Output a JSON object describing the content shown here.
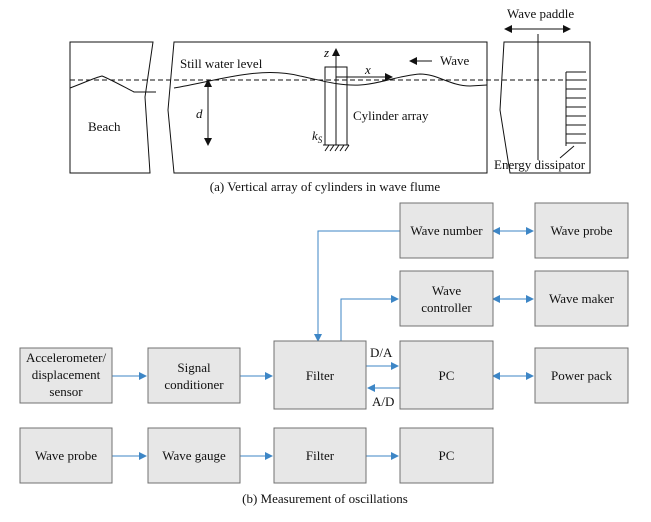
{
  "flume": {
    "beach": "Beach",
    "still_water_level": "Still water level",
    "wave": "Wave",
    "wave_paddle": "Wave paddle",
    "axis_z": "z",
    "axis_x": "x",
    "depth": "d",
    "spring_k": "k",
    "spring_sub": "S",
    "cylinder_array": "Cylinder array",
    "energy_dissipator": "Energy dissipator",
    "caption": "(a) Vertical array of cylinders in wave flume"
  },
  "blocks": {
    "wave_number": "Wave number",
    "wave_probe_top": "Wave probe",
    "wave_controller_1": "Wave",
    "wave_controller_2": "controller",
    "wave_maker": "Wave maker",
    "accel_1": "Accelerometer/",
    "accel_2": "displacement",
    "accel_3": "sensor",
    "signal_1": "Signal",
    "signal_2": "conditioner",
    "filter_main": "Filter",
    "pc_main": "PC",
    "power_pack": "Power pack",
    "da": "D/A",
    "ad": "A/D",
    "wave_probe_bottom": "Wave probe",
    "wave_gauge": "Wave gauge",
    "filter_bottom": "Filter",
    "pc_bottom": "PC",
    "caption": "(b) Measurement of oscillations"
  },
  "colors": {
    "arrow": "#3d86c6",
    "box_fill": "#e7e7e7",
    "box_stroke": "#707070"
  }
}
